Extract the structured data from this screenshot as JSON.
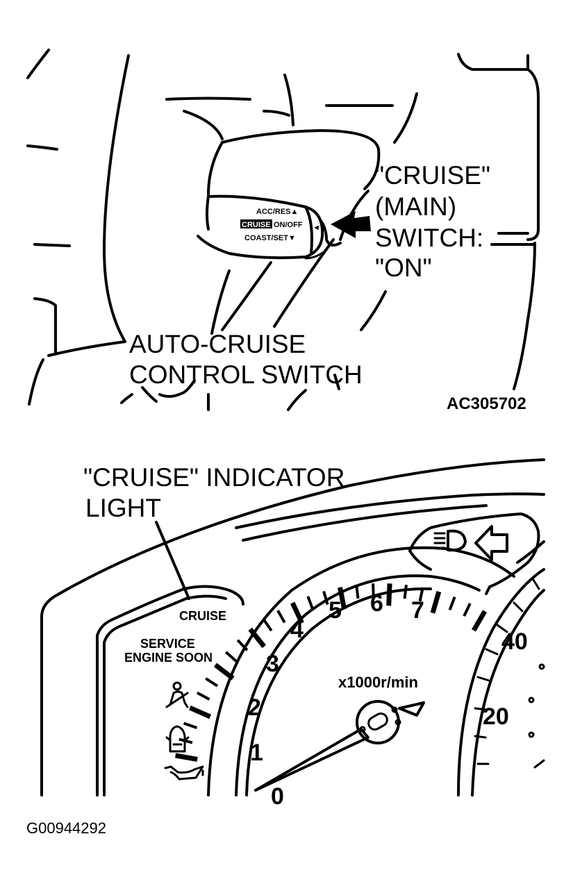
{
  "top_diagram": {
    "switch_face": {
      "acc_res": "ACC/RES▲",
      "cruise_tag": "CRUISE",
      "on_off": "ON/OFF",
      "coast_set": "COAST/SET▼",
      "arrow_mark": "◄"
    },
    "main_switch_callout": {
      "line1": "\"CRUISE\"",
      "line2": "(MAIN)",
      "line3": "SWITCH:",
      "line4": "\"ON\""
    },
    "control_switch_callout": {
      "line1": "AUTO-CRUISE",
      "line2": "CONTROL SWITCH"
    },
    "figure_code": "AC305702"
  },
  "bottom_diagram": {
    "indicator_callout": {
      "line1": "\"CRUISE\" INDICATOR",
      "line2": "LIGHT"
    },
    "cruise_lamp": "CRUISE",
    "service_lamp": {
      "line1": "SERVICE",
      "line2": "ENGINE SOON"
    },
    "tachometer_unit": "x1000r/min",
    "tachometer_numbers": [
      "0",
      "1",
      "2",
      "3",
      "4",
      "5",
      "6",
      "7"
    ],
    "speedometer_numbers": [
      "20",
      "40"
    ],
    "figure_code": "G00944292"
  }
}
